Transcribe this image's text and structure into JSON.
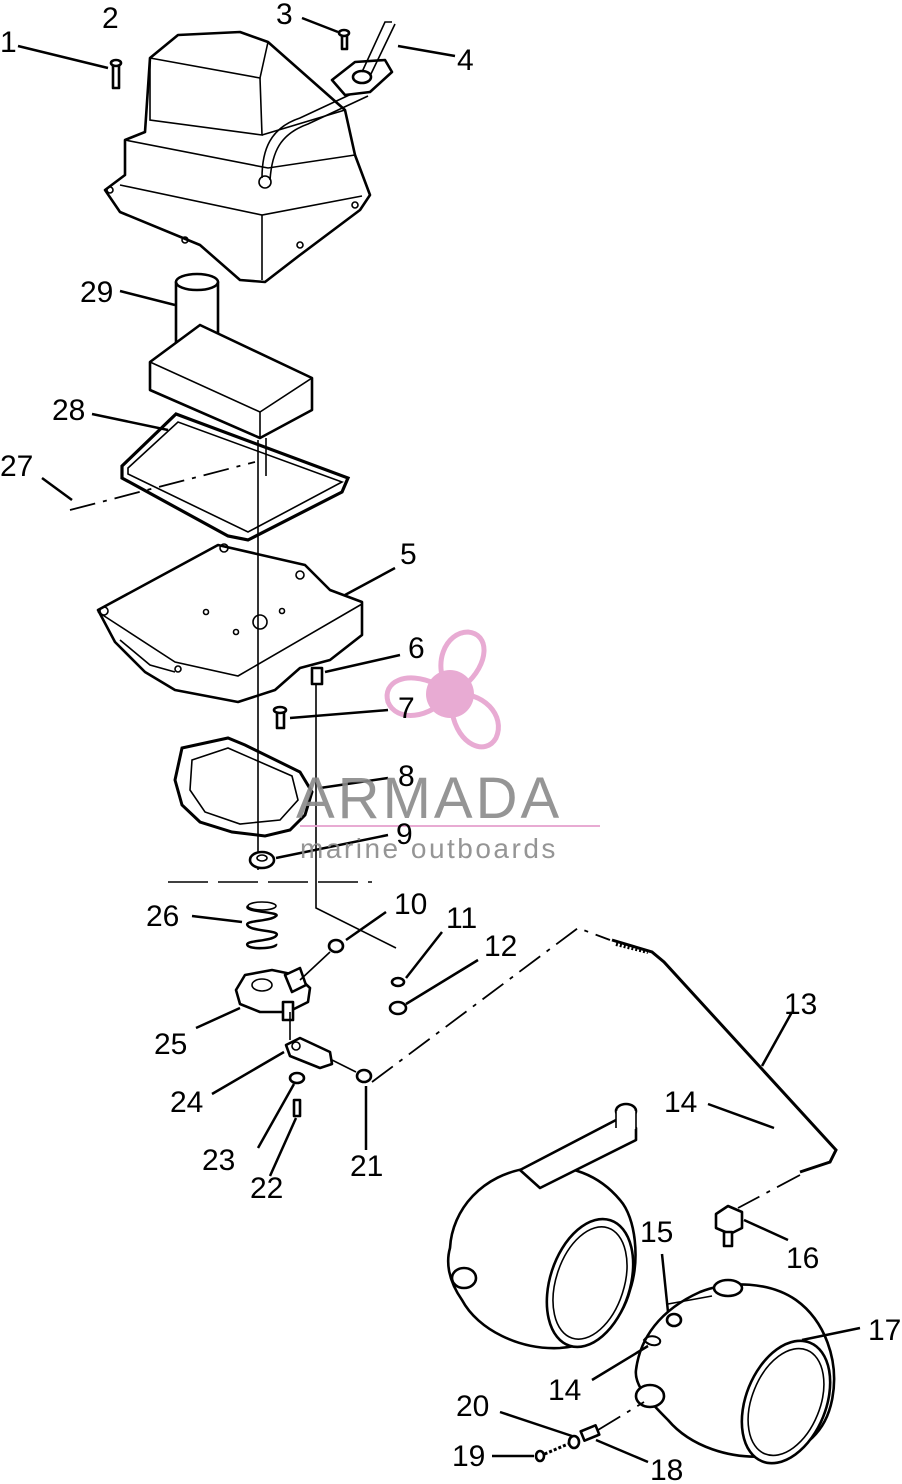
{
  "brand": {
    "name": "ARMADA",
    "tagline": "marine outboards",
    "logo_color": "#e6a3cf",
    "text_color": "#8a8a8a"
  },
  "callouts": {
    "c1": "1",
    "c2": "2",
    "c3": "3",
    "c4": "4",
    "c5": "5",
    "c6": "6",
    "c7": "7",
    "c8": "8",
    "c9": "9",
    "c10": "10",
    "c11": "11",
    "c12": "12",
    "c13": "13",
    "c14a": "14",
    "c14b": "14",
    "c15": "15",
    "c16": "16",
    "c17": "17",
    "c18": "18",
    "c19": "19",
    "c20": "20",
    "c21": "21",
    "c22": "22",
    "c23": "23",
    "c24": "24",
    "c25": "25",
    "c26": "26",
    "c27": "27",
    "c28": "28",
    "c29": "29"
  }
}
